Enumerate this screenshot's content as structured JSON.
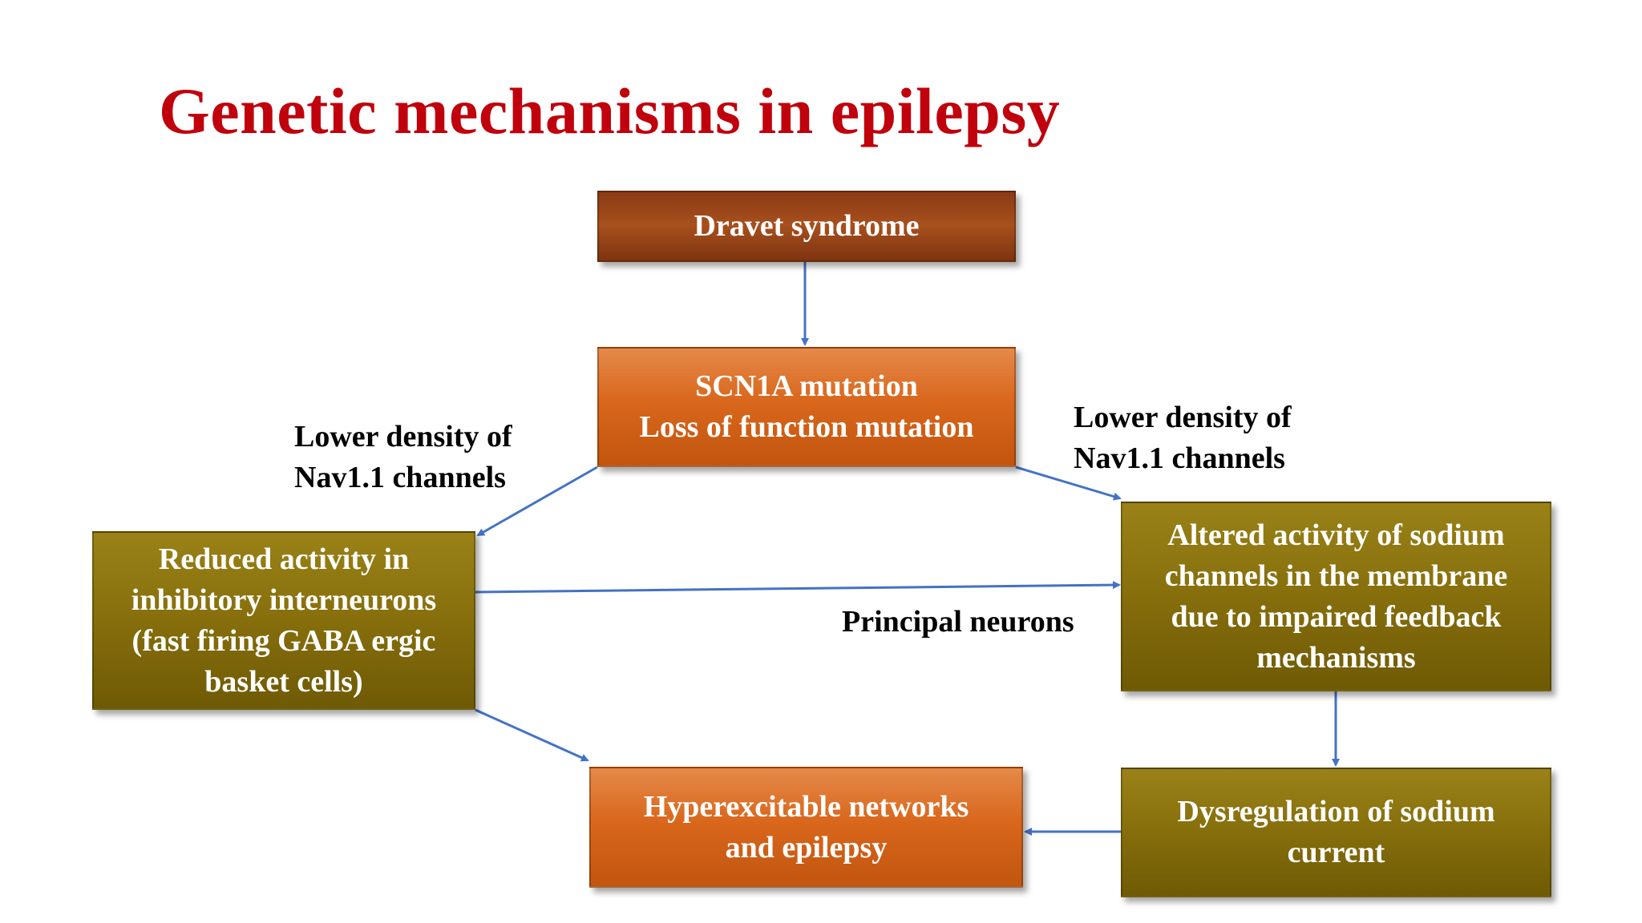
{
  "title": "Genetic mechanisms in epilepsy",
  "nodes": {
    "dravet": "Dravet syndrome",
    "scn1a": "SCN1A mutation\nLoss of  function mutation",
    "reduced": "Reduced activity in\ninhibitory interneurons\n(fast firing GABA ergic\nbasket cells)",
    "altered": "Altered activity of  sodium\nchannels in the membrane\ndue to impaired feedback\nmechanisms",
    "hyper": "Hyperexcitable networks\nand epilepsy",
    "dysreg": "Dysregulation of  sodium\ncurrent"
  },
  "labels": {
    "left_density": "Lower density of\nNav1.1 channels",
    "right_density": "Lower density of\nNav1.1 channels",
    "principal": "Principal neurons"
  },
  "colors": {
    "title": "#c0000c",
    "arrow": "#4472c4",
    "box_brown": "#8a3a14",
    "box_orange": "#d9671c",
    "box_olive": "#866e0c"
  }
}
